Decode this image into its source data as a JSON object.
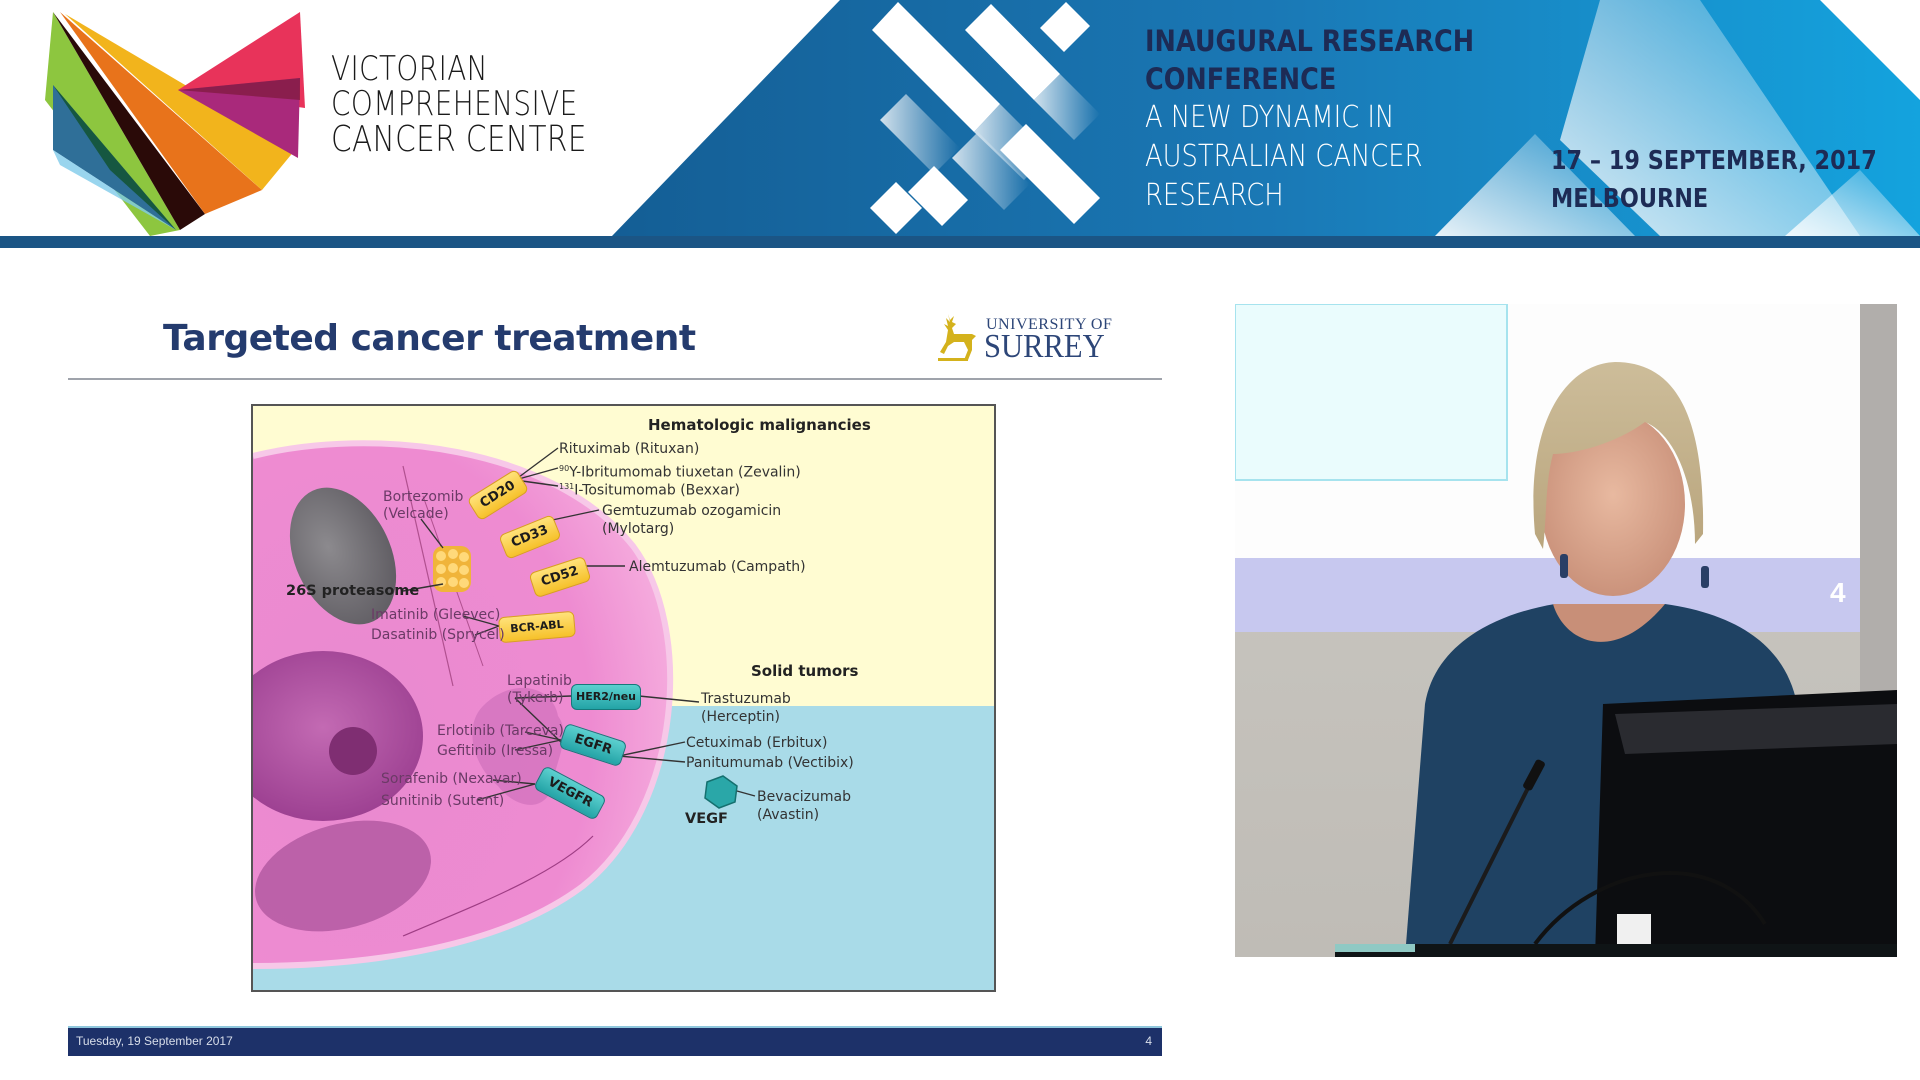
{
  "banner": {
    "org_name_lines": [
      "VICTORIAN",
      "COMPREHENSIVE",
      "CANCER CENTRE"
    ],
    "conference_title_lines": [
      "INAUGURAL RESEARCH",
      "CONFERENCE"
    ],
    "conference_subtitle_lines": [
      "A NEW DYNAMIC IN",
      "AUSTRALIAN CANCER",
      "RESEARCH"
    ],
    "dates": "17 – 19 SEPTEMBER, 2017",
    "location": "MELBOURNE",
    "colors": {
      "strip": "#1b5585",
      "primary_blue": "#1a6aa6",
      "light_blue": "#14a0dc",
      "navy_text": "#1d2b55"
    }
  },
  "slide": {
    "title": "Targeted cancer treatment",
    "logo": {
      "line1": "UNIVERSITY OF",
      "line2": "SURREY"
    },
    "footer": {
      "date": "Tuesday, 19 September 2017",
      "page_number": "4"
    },
    "diagram": {
      "sections": {
        "hematologic": "Hematologic malignancies",
        "solid": "Solid tumors"
      },
      "targets": {
        "cd20": "CD20",
        "cd33": "CD33",
        "cd52": "CD52",
        "bcr_abl": "BCR-ABL",
        "her2": "HER2/neu",
        "egfr": "EGFR",
        "vegfr": "VEGFR",
        "vegf": "VEGF",
        "proteasome": "26S proteasome"
      },
      "drugs": {
        "rituximab": "Rituximab (Rituxan)",
        "ibritumomab_sup": "90",
        "ibritumomab": "Y-Ibritumomab tiuxetan (Zevalin)",
        "tositumomab_sup": "131",
        "tositumomab": "I-Tositumomab (Bexxar)",
        "gemtuzumab_1": "Gemtuzumab ozogamicin",
        "gemtuzumab_2": "(Mylotarg)",
        "alemtuzumab": "Alemtuzumab (Campath)",
        "bortezomib_1": "Bortezomib",
        "bortezomib_2": "(Velcade)",
        "imatinib": "Imatinib (Gleevec)",
        "dasatinib": "Dasatinib (Sprycel)",
        "lapatinib_1": "Lapatinib",
        "lapatinib_2": "(Tykerb)",
        "erlotinib": "Erlotinib (Tarceva)",
        "gefitinib": "Gefitinib (Iressa)",
        "sorafenib": "Sorafenib (Nexavar)",
        "sunitinib": "Sunitinib (Sutent)",
        "trastuzumab_1": "Trastuzumab",
        "trastuzumab_2": "(Herceptin)",
        "cetuximab": "Cetuximab (Erbitux)",
        "panitumumab": "Panitumumab (Vectibix)",
        "bevacizumab_1": "Bevacizumab",
        "bevacizumab_2": "(Avastin)"
      }
    }
  },
  "video": {
    "projected_page_number": "4"
  }
}
